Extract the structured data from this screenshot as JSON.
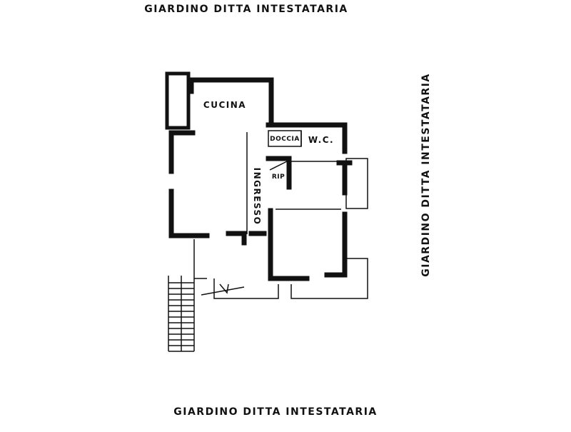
{
  "labels": {
    "garden_top": "GIARDINO DITTA INTESTATARIA",
    "garden_right": "GIARDINO DITTA INTESTATARIA",
    "garden_bottom": "GIARDINO DITTA INTESTATARIA",
    "kitchen": "CUCINA",
    "shower": "DOCCIA",
    "wc": "W.C.",
    "closet": "RIP",
    "entrance": "INGRESSO"
  }
}
